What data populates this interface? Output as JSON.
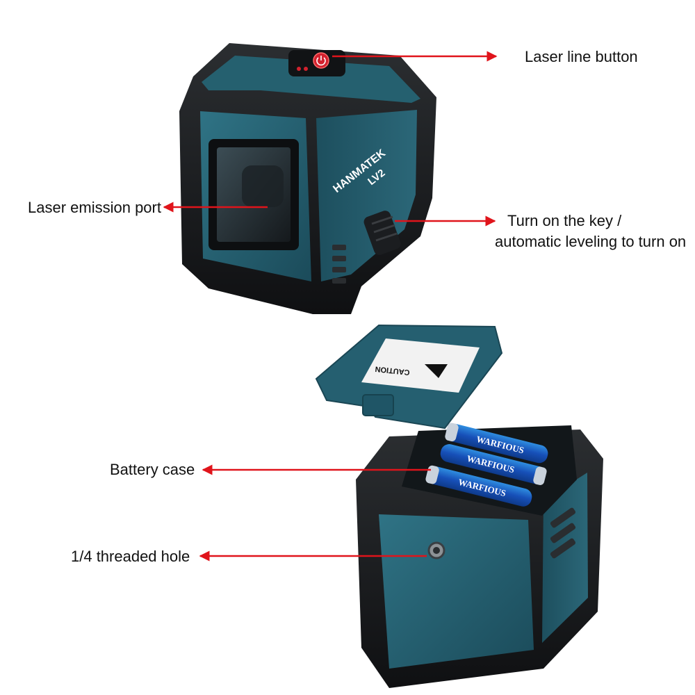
{
  "callouts": {
    "laser_line_button": "Laser line button",
    "laser_emission_port": "Laser emission port",
    "turn_on_line1": "Turn on the key /",
    "turn_on_line2": "automatic leveling to turn on",
    "battery_case": "Battery case",
    "threaded_hole": "1/4 threaded hole"
  },
  "device": {
    "brand": "HANMATEK",
    "model": "LV2",
    "lid_label": "CAUTION",
    "battery_brand": "WARFIOUS"
  },
  "colors": {
    "arrow": "#e0141b",
    "teal_body": "#1f5566",
    "teal_panel": "#2b6a7b",
    "rubber": "#1a1c1e",
    "button_red": "#d3222e"
  }
}
